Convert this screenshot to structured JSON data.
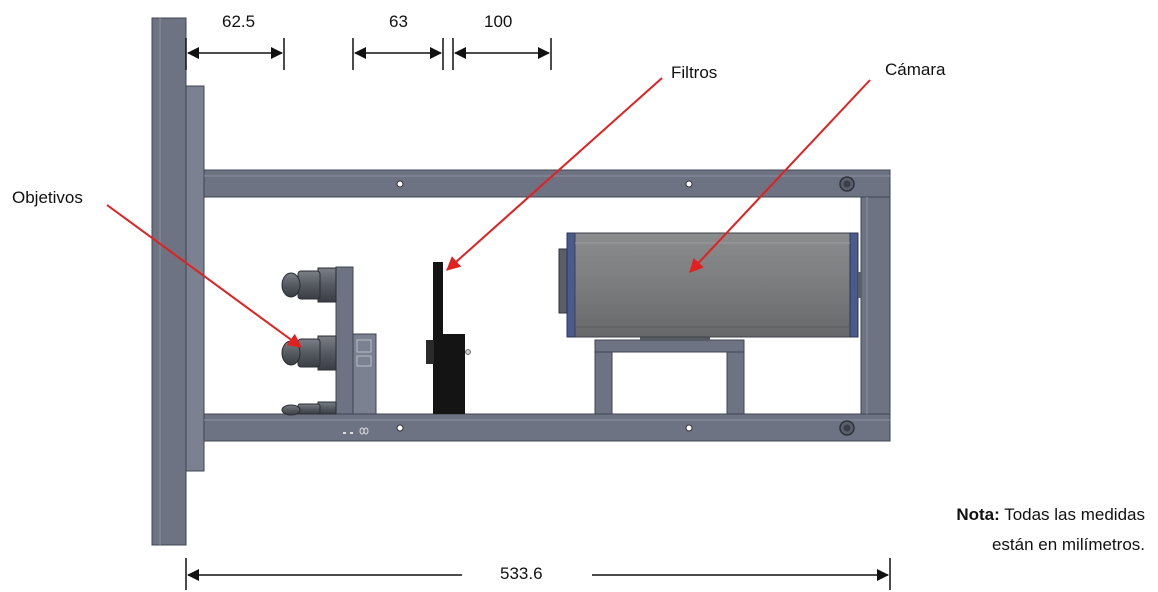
{
  "dimensions": {
    "d1": "62.5",
    "d2": "63",
    "d3": "100",
    "total": "533.6"
  },
  "labels": {
    "filters": "Filtros",
    "camera": "Cámara",
    "objectives": "Objetivos"
  },
  "note": {
    "title": "Nota:",
    "line1": "Todas las medidas",
    "line2": "están en milímetros."
  },
  "colors": {
    "frame": "#6d7382",
    "frame_dark": "#4f5563",
    "frame_light": "#8c92a0",
    "camera_body": "#7c7e80",
    "camera_cap": "#4a5a8c",
    "filter": "#141414",
    "pointer": "#e32020",
    "dimension_line": "#111111"
  }
}
